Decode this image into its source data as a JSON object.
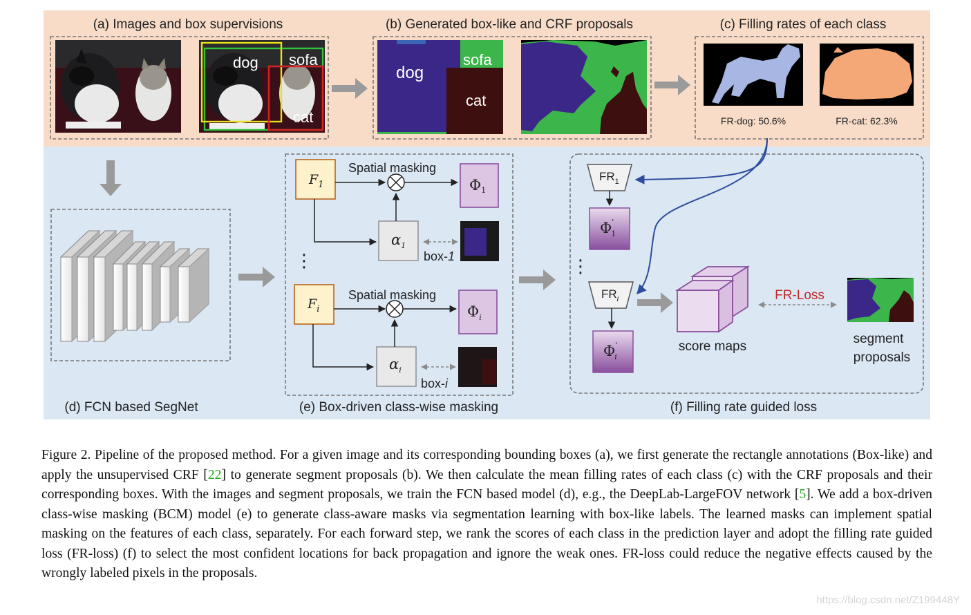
{
  "panels": {
    "a": "(a) Images and box supervisions",
    "b": "(b) Generated box-like and CRF proposals",
    "c": "(c) Filling rates of each class",
    "d": "(d) FCN based SegNet",
    "e": "(e) Box-driven class-wise masking",
    "f": "(f) Filling rate guided loss"
  },
  "box_labels": {
    "dog": "dog",
    "sofa": "sofa",
    "cat": "cat"
  },
  "fill_rates": {
    "dog": "FR-dog: 50.6%",
    "cat": "FR-cat: 62.3%"
  },
  "masking": {
    "spatial_masking": "Spatial masking",
    "f1_main": "F",
    "f1_sub": "1",
    "fi_main": "F",
    "fi_sub": "i",
    "phi": "Φ",
    "phi1_sub": "1",
    "phii_sub": "i",
    "alpha": "α",
    "alpha1_sub": "1",
    "alphai_sub": "i",
    "box1_prefix": "box-",
    "box1_suffix": "1",
    "boxi_prefix": "box-",
    "boxi_suffix": "i",
    "dots": "⋮"
  },
  "loss": {
    "fr_main": "FR",
    "fr1_sub": "1",
    "fri_sub": "i",
    "phi_prime": "Φ",
    "prime_mark": "'",
    "score_maps": "score maps",
    "fr_loss": "FR-Loss",
    "segment_line1": "segment",
    "segment_line2": "proposals"
  },
  "caption": {
    "p1": "Figure 2. Pipeline of the proposed method. For a given image and its corresponding bounding boxes (a), we first generate the rectangle annotations (Box-like) and apply the unsupervised CRF [",
    "ref1": "22",
    "p2": "] to generate segment proposals (b). We then calculate the mean filling rates of each class (c) with the CRF proposals and their corresponding boxes. With the images and segment proposals, we train the FCN based model (d), e.g., the DeepLab-LargeFOV network [",
    "ref2": "5",
    "p3": "]. We add a box-driven class-wise masking (BCM) model (e) to generate class-aware masks via segmentation learning with box-like labels. The learned masks can implement spatial masking on the features of each class, separately. For each forward step, we rank the scores of each class in the prediction layer and adopt the filling rate guided loss (FR-loss) (f) to select the most confident locations for back propagation and ignore the weak ones. FR-loss could reduce the negative effects caused by the wrongly labeled pixels in the proposals."
  },
  "watermark": "https://blog.csdn.net/Z199448Y",
  "colors": {
    "top_band": "#f8dcc8",
    "bottom_band": "#dbe7f3",
    "f_box": "#fdf2cc",
    "phi_box": "#dcc6e3",
    "dog_region": "#3a2787",
    "sofa_region": "#3cb64a",
    "cat_region": "#3e0f0f",
    "dog_mask": "#a7b6e2",
    "cat_mask": "#f5a877",
    "fr_loss": "#c0282a",
    "connector": "#2c4c9e"
  }
}
